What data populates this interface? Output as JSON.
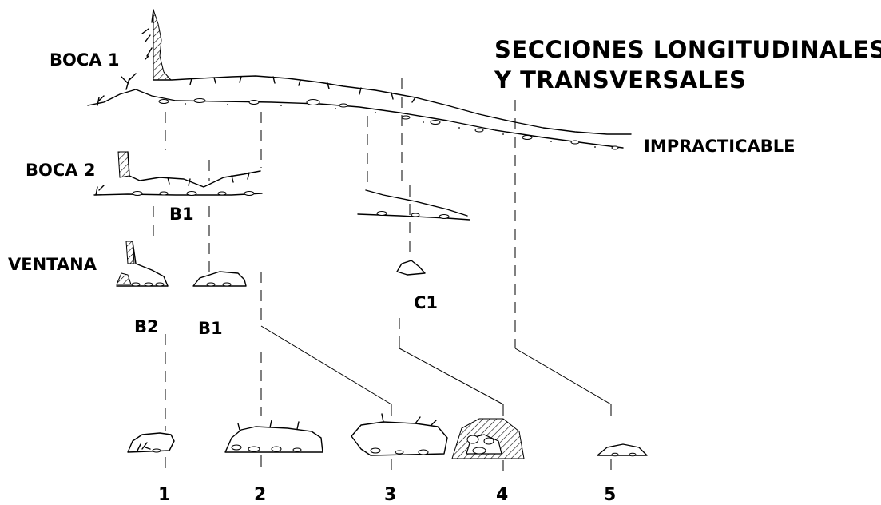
{
  "title": {
    "line1": "SECCIONES LONGITUDINALES",
    "line2": "Y TRANSVERSALES"
  },
  "longitudinal_labels": {
    "boca1": "BOCA 1",
    "boca2": "BOCA 2",
    "ventana": "VENTANA",
    "impracticable": "IMPRACTICABLE"
  },
  "branch_labels": {
    "b1_upper": "B1",
    "b1_lower": "B1",
    "b2": "B2",
    "c1": "C1"
  },
  "cross_sections": [
    "1",
    "2",
    "3",
    "4",
    "5"
  ]
}
